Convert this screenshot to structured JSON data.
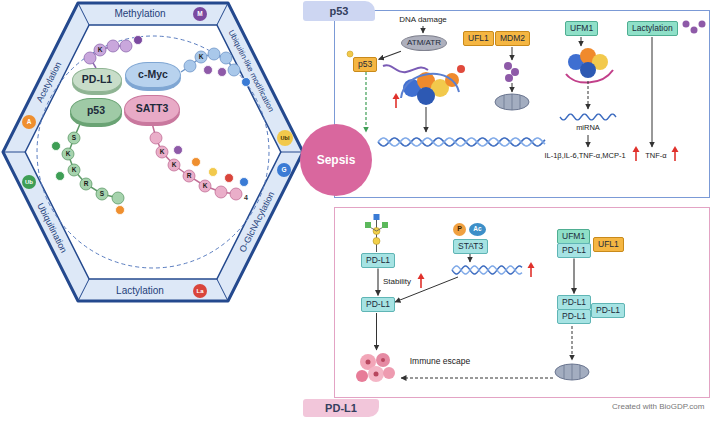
{
  "diagram": {
    "nodes": [
      {
        "text": [
          "PD-L1"
        ]
      },
      {
        "text": [
          "c-Myc"
        ]
      },
      {
        "text": [
          "p53"
        ]
      },
      {
        "text": [
          "SATT3"
        ]
      },
      {
        "text": [
          "Sepsis"
        ]
      },
      {
        "text": [
          "p53"
        ]
      },
      {
        "text": [
          "ATM/ATR"
        ],
        "in": 5
      },
      {
        "text": [
          "p53"
        ],
        "in": 5
      },
      {
        "text": [
          "UFL1"
        ],
        "in": 5
      },
      {
        "text": [
          "MDM2"
        ],
        "in": 5
      },
      {
        "text": [
          "UFM1"
        ],
        "in": 5
      },
      {
        "text": [
          "Lactylation"
        ],
        "in": 5
      },
      {
        "text": [
          "PD-L1"
        ]
      },
      {
        "text": [
          "PD-L1"
        ],
        "in": 12
      },
      {
        "text": [
          "PD-L1"
        ],
        "in": 12
      },
      {
        "text": [
          "P"
        ],
        "in": 12
      },
      {
        "text": [
          "Ac"
        ],
        "in": 12
      },
      {
        "text": [
          "STAT3"
        ],
        "in": 12
      },
      {
        "text": [
          "UFM1"
        ],
        "in": 12
      },
      {
        "text": [
          "PD-L1"
        ],
        "in": 12
      },
      {
        "text": [
          "UFL1"
        ],
        "in": 12
      },
      {
        "text": [
          "PD-L1"
        ],
        "in": 12
      },
      {
        "text": [
          "PD-L1"
        ],
        "in": 12
      },
      {
        "text": [
          "PD-L1"
        ],
        "in": 12
      }
    ],
    "edges": [
      {
        "from": 6,
        "to": 7,
        "arrow": "to"
      },
      {
        "from": 13,
        "to": 14,
        "label": "Stability",
        "arrow": "to"
      },
      {
        "from": 19,
        "to": 21,
        "arrow": "to"
      }
    ],
    "labels": [
      "Methylation",
      "Ubiquitin-like modification",
      "O-GlcNAcylation",
      "Lactylation",
      "Ubiquitination",
      "Acetylation",
      "M",
      "Ubl",
      "G",
      "La",
      "Ub",
      "A",
      "K",
      "K",
      "S",
      "K",
      "K",
      "R",
      "S",
      "K",
      "K",
      "R",
      "K",
      "4",
      "DNA damage",
      "miRNA",
      "IL-1β,IL-6,TNF-α,MCP-1",
      "TNF-α",
      "Immune escape",
      "Created with BioGDP.com"
    ]
  }
}
